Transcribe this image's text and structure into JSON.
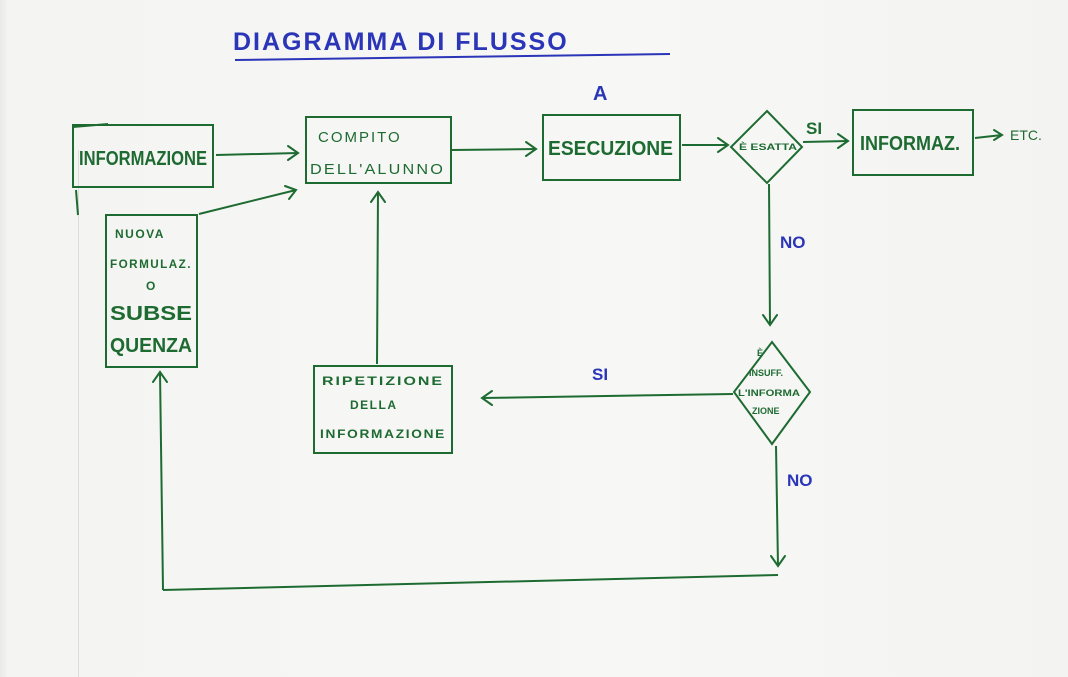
{
  "title": "DIAGRAMMA DI FLUSSO",
  "marker_a": "A",
  "nodes": {
    "informazione": "INFORMAZIONE",
    "compito_line1": "COMPITO",
    "compito_line2": "DELL'ALUNNO",
    "esecuzione": "ESECUZIONE",
    "decision1": "È ESATTA",
    "informaz": "INFORMAZ.",
    "etc": "ETC.",
    "nuova_line1": "NUOVA",
    "nuova_line2": "FORMULAZ.",
    "nuova_line3": "O",
    "nuova_line4": "SUBSE",
    "nuova_line5": "QUENZA",
    "decision2_line1": "È",
    "decision2_line2": "INSUFF.",
    "decision2_line3": "L'INFORMA",
    "decision2_line4": "ZIONE",
    "ripetizione_line1": "RIPETIZIONE",
    "ripetizione_line2": "DELLA",
    "ripetizione_line3": "INFORMAZIONE"
  },
  "edge_labels": {
    "si_1": "SI",
    "no_1": "NO",
    "si_2": "SI",
    "no_2": "NO"
  },
  "colors": {
    "title_ink": "#2b35b8",
    "diagram_ink": "#1e6b32",
    "label_ink": "#2b35b8"
  }
}
